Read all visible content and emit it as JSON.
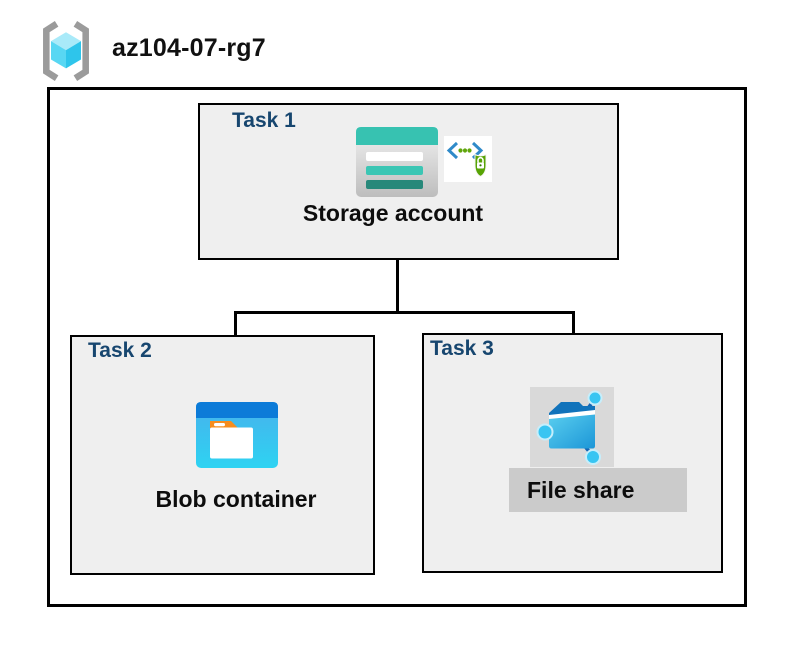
{
  "header": {
    "title": "az104-07-rg7",
    "icon": "azure-resource-group-icon"
  },
  "resource_group": {
    "tasks": [
      {
        "label": "Task 1",
        "resource": "Storage account",
        "icons": [
          "storage-account-icon",
          "sas-security-icon"
        ]
      },
      {
        "label": "Task 2",
        "resource": "Blob container",
        "icons": [
          "blob-container-icon"
        ]
      },
      {
        "label": "Task 3",
        "resource": "File share",
        "icons": [
          "file-share-icon"
        ],
        "highlighted": true
      }
    ],
    "connections": [
      {
        "from": "Storage account",
        "to": "Blob container"
      },
      {
        "from": "Storage account",
        "to": "File share"
      }
    ]
  },
  "colors": {
    "task_label_navy": "#17466F",
    "box_fill_gray": "#EFEFEF",
    "highlight_gray": "#D9D9D9",
    "label_band_gray": "#CBCBCB",
    "storage_teal": "#37C2B1",
    "storage_teal_dark": "#27887A",
    "blob_header_blue": "#0C7BD8",
    "blob_body_cyan": "#2ED3F2",
    "folder_tab_orange": "#F68D1E",
    "fileshare_blue": "#1C96D7",
    "node_cyan": "#38C5F2",
    "sas_bracket_blue": "#2F8AC9",
    "sas_green": "#57A304",
    "rg_cube_cyan": "#2EC5EB",
    "connector_black": "#000000"
  }
}
